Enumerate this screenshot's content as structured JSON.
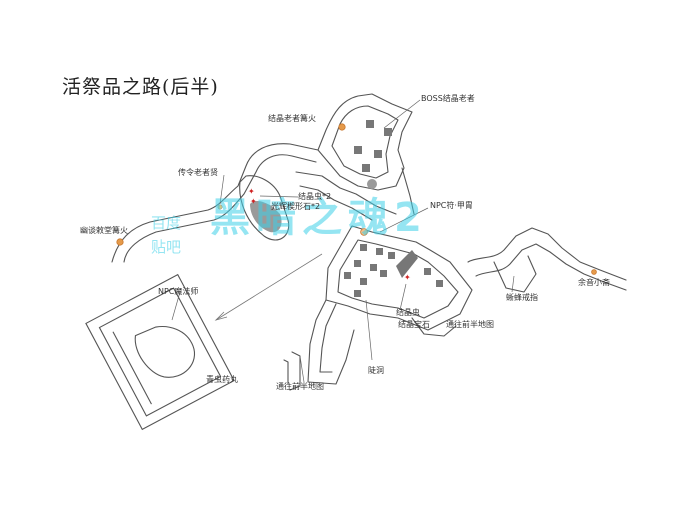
{
  "title": "活祭品之路(后半)",
  "watermark": {
    "main": "黑暗之魂2",
    "line1": "百度",
    "line2": "贴吧"
  },
  "labels": {
    "boss_bonfire": "BOSS结晶老者",
    "crystal_elder_bonfire": "结晶老者篝火",
    "order_elder": "传令老者贤",
    "crystal_lizard": "结晶虫*2",
    "luminous_stone": "光辉楔形石*2",
    "faded_bonfire": "幽谈敕堂篝火",
    "npc_armor": "NPC符·甲胄",
    "npc_magician": "NPC魔法师",
    "green_herb": "青虫药丸",
    "front_map_left": "通往前半地图",
    "crystal_worm": "结晶虫",
    "crystal_ore": "结晶宝石",
    "front_map_right": "通往前半地图",
    "pit": "陡洞",
    "hidden_tree": "蜥蜂戒指",
    "extra_path": "余音小斋"
  },
  "colors": {
    "line": "#555555",
    "bonfire": "#e59a4a",
    "bonfire_ring": "#c8772e",
    "building": "#777777",
    "pool": "#9a9a9a",
    "item_mark": "#d02020",
    "watermark": "#3fd0e8"
  }
}
